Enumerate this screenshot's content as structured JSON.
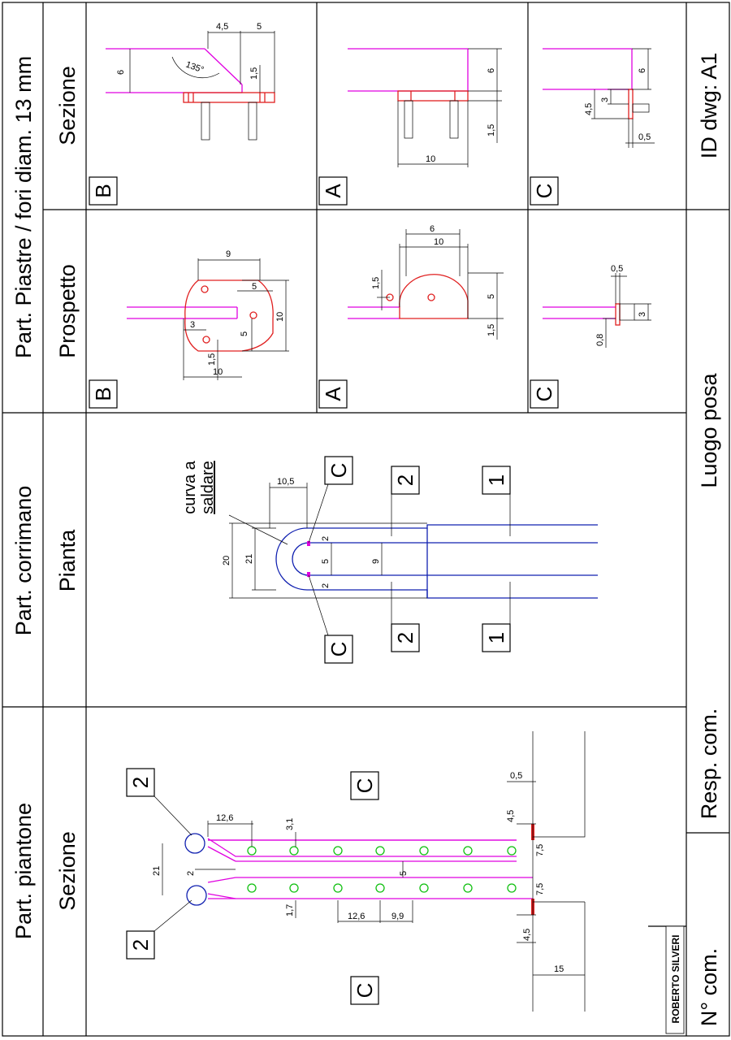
{
  "headers": {
    "piastre": "Part. Piastre / fori diam. 13 mm",
    "corrimano": "Part. corrimano",
    "piantone": "Part. piantone",
    "sezione_top": "Sezione",
    "prospetto": "Prospetto",
    "pianta": "Pianta",
    "sezione_bottom": "Sezione"
  },
  "title_block": {
    "id_dwg": "ID dwg: A1",
    "luogo_posa": "Luogo posa",
    "resp_com": "Resp. com.",
    "n_com": "N° com.",
    "logo_text": "ROBERTO SILVERI"
  },
  "detail_letters": {
    "b": "B",
    "a": "A",
    "c": "C",
    "two": "2",
    "one": "1"
  },
  "pianta_note": {
    "line1": "curva a",
    "line2": "saldare"
  },
  "dimensions": {
    "sezB": [
      "4,5",
      "5",
      "6",
      "1,5",
      "135°"
    ],
    "sezA": [
      "6",
      "1,5",
      "10"
    ],
    "sezC": [
      "6",
      "4,5",
      "3",
      "0,5"
    ],
    "prosB": [
      "9",
      "5",
      "10",
      "3",
      "5",
      "1,5",
      "10"
    ],
    "prosA": [
      "6",
      "10",
      "1,5",
      "5",
      "1,5"
    ],
    "prosC": [
      "0,5",
      "3",
      "0,8"
    ],
    "pianta": [
      "10,5",
      "20",
      "21",
      "2",
      "5",
      "2",
      "9"
    ],
    "piantone": [
      "12,6",
      "3,1",
      "21",
      "2",
      "5",
      "1,7",
      "12,6",
      "9,9",
      "0,5",
      "4,5",
      "7,5",
      "7,5",
      "4,5",
      "15"
    ]
  },
  "colors": {
    "magenta": "#e000e0",
    "blue": "#1020b0",
    "red": "#e02020",
    "green": "#10c010"
  }
}
